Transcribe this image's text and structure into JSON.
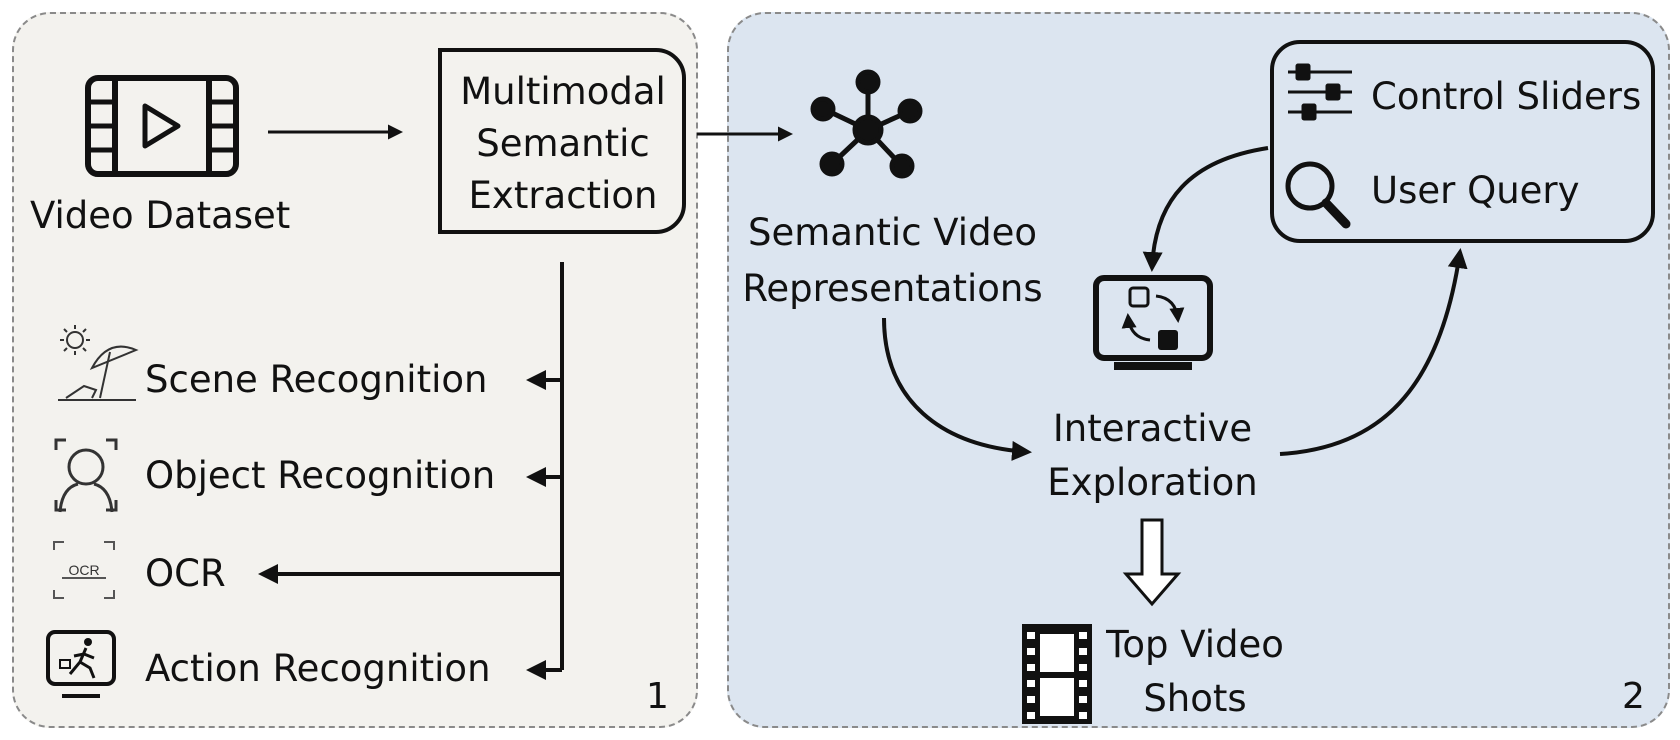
{
  "panel1": {
    "video_dataset_label": "Video Dataset",
    "extraction_label": [
      "Multimodal",
      "Semantic",
      "Extraction"
    ],
    "items": [
      {
        "label": "Scene Recognition",
        "icon": "beach-scene-icon"
      },
      {
        "label": "Object Recognition",
        "icon": "face-scan-icon"
      },
      {
        "label": "OCR",
        "icon": "ocr-scan-icon",
        "icon_text": "OCR"
      },
      {
        "label": "Action Recognition",
        "icon": "running-person-monitor-icon"
      }
    ],
    "number": "1"
  },
  "panel2": {
    "representation_label": [
      "Semantic Video",
      "Representations"
    ],
    "controls": [
      {
        "label": "Control Sliders",
        "icon": "sliders-icon"
      },
      {
        "label": "User Query",
        "icon": "magnifier-icon"
      }
    ],
    "exploration_label": [
      "Interactive",
      "Exploration"
    ],
    "output_label": [
      "Top Video",
      "Shots"
    ],
    "number": "2"
  }
}
